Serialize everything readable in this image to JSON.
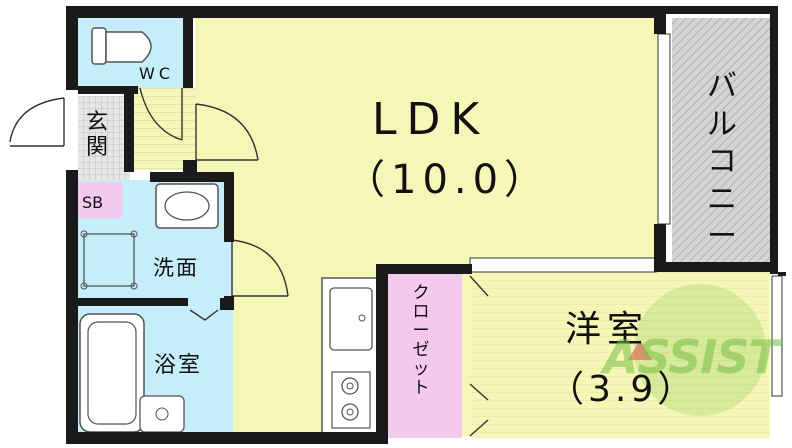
{
  "rooms": {
    "ldk": {
      "name": "LDK",
      "size": "（10.0）"
    },
    "bedroom": {
      "name": "洋室",
      "size": "（3.9）"
    },
    "wc": "WC",
    "entrance": "玄関",
    "shoe_box": "SB",
    "washroom": "洗面",
    "bathroom": "浴室",
    "closet": "クローゼット",
    "balcony": "バルコニー"
  },
  "watermark": {
    "text": "ASSIST"
  },
  "colors": {
    "ldk": "#f4f7b6",
    "wet_area": "#c6eefa",
    "sb": "#f5c8ee",
    "closet": "#f5c8ee",
    "bedroom": "#f4f7b6",
    "balcony": "#d4d4d4",
    "wall": "#1a1a1a",
    "watermark": "#7ebf46"
  }
}
